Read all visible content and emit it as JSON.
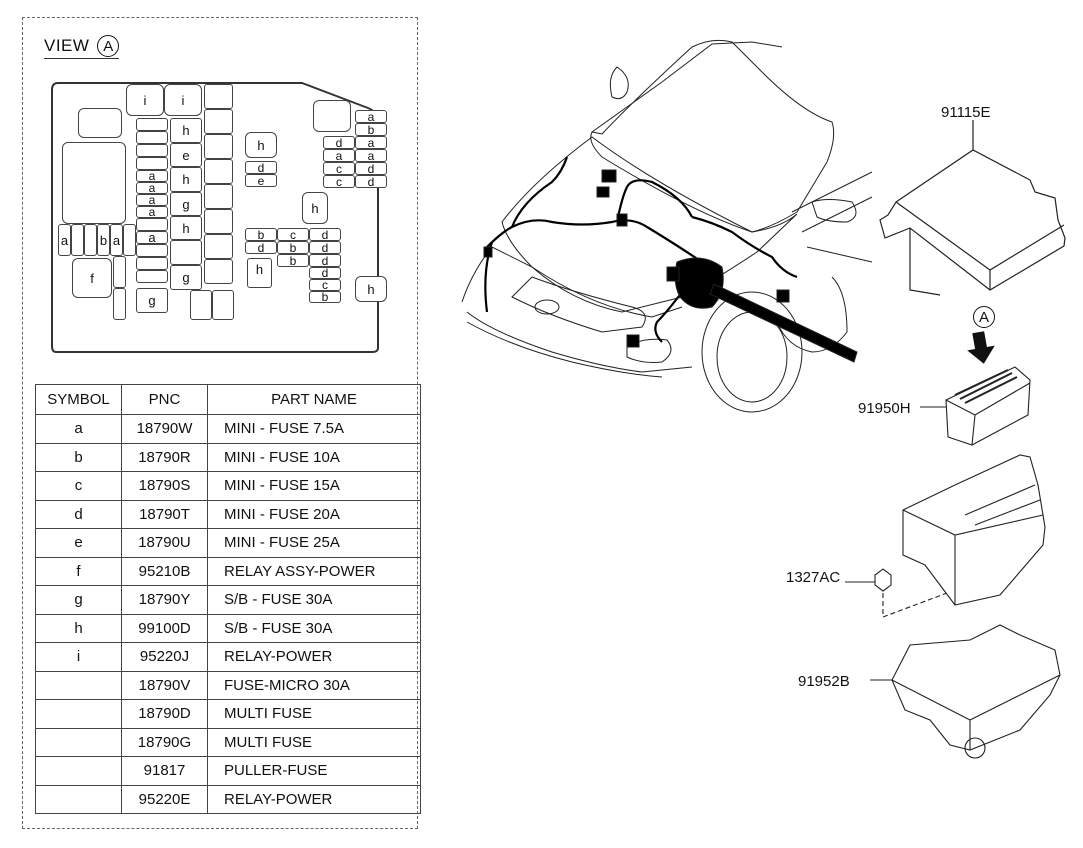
{
  "view": {
    "title": "VIEW",
    "marker": "A"
  },
  "fusebox_labels": {
    "top_relays": [
      "i",
      "i"
    ],
    "col2": [
      "h",
      "e",
      "h",
      "g",
      "h",
      "",
      "g"
    ],
    "col1_a": [
      "a",
      "a",
      "a",
      "a",
      "a"
    ],
    "bottom_row": [
      "a",
      "",
      "",
      "b",
      "a",
      ""
    ],
    "relay_f": "f",
    "g_bottom": "g",
    "mid_h": "h",
    "mid_d": "d",
    "mid_e": "e",
    "right_pairs_left": [
      "d",
      "a",
      "c",
      "c"
    ],
    "right_pairs_right": [
      "a",
      "b",
      "a",
      "a",
      "d",
      "d"
    ],
    "center_h": "h",
    "grid_col1": [
      "b",
      "d"
    ],
    "grid_col2": [
      "c",
      "b",
      "b"
    ],
    "grid_col3": [
      "d",
      "d",
      "d",
      "d",
      "c",
      "b"
    ],
    "lower_h": "h",
    "right_h": "h"
  },
  "table": {
    "headers": [
      "SYMBOL",
      "PNC",
      "PART NAME"
    ],
    "rows": [
      {
        "symbol": "a",
        "pnc": "18790W",
        "name": "MINI - FUSE 7.5A"
      },
      {
        "symbol": "b",
        "pnc": "18790R",
        "name": "MINI - FUSE 10A"
      },
      {
        "symbol": "c",
        "pnc": "18790S",
        "name": "MINI - FUSE 15A"
      },
      {
        "symbol": "d",
        "pnc": "18790T",
        "name": "MINI - FUSE 20A"
      },
      {
        "symbol": "e",
        "pnc": "18790U",
        "name": "MINI - FUSE 25A"
      },
      {
        "symbol": "f",
        "pnc": "95210B",
        "name": "RELAY ASSY-POWER"
      },
      {
        "symbol": "g",
        "pnc": "18790Y",
        "name": "S/B - FUSE 30A"
      },
      {
        "symbol": "h",
        "pnc": "99100D",
        "name": "S/B - FUSE 30A"
      },
      {
        "symbol": "i",
        "pnc": "95220J",
        "name": "RELAY-POWER"
      },
      {
        "symbol": "",
        "pnc": "18790V",
        "name": "FUSE-MICRO 30A"
      },
      {
        "symbol": "",
        "pnc": "18790D",
        "name": "MULTI FUSE"
      },
      {
        "symbol": "",
        "pnc": "18790G",
        "name": "MULTI FUSE"
      },
      {
        "symbol": "",
        "pnc": "91817",
        "name": "PULLER-FUSE"
      },
      {
        "symbol": "",
        "pnc": "95220E",
        "name": "RELAY-POWER"
      }
    ]
  },
  "callouts": {
    "cover": "91115E",
    "fuse_block": "91950H",
    "nut": "1327AC",
    "lower_cover": "91952B",
    "view_marker": "A"
  }
}
